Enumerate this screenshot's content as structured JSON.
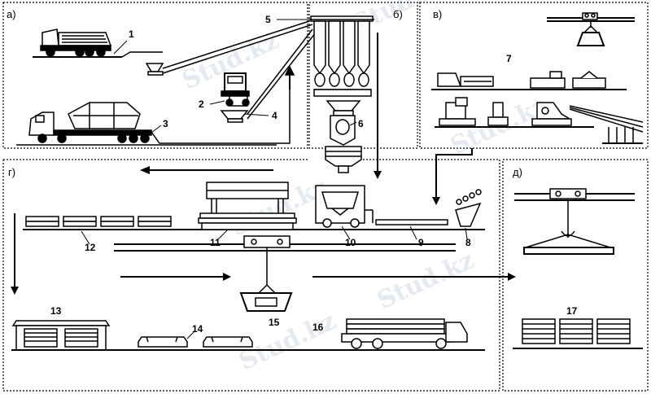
{
  "sections": {
    "a": "а)",
    "b": "б)",
    "v": "в)",
    "g": "г)",
    "d": "д)"
  },
  "numbers": [
    "1",
    "2",
    "3",
    "4",
    "5",
    "6",
    "7",
    "8",
    "9",
    "10",
    "11",
    "12",
    "13",
    "14",
    "15",
    "16",
    "17"
  ],
  "watermark": "Stud.kz"
}
